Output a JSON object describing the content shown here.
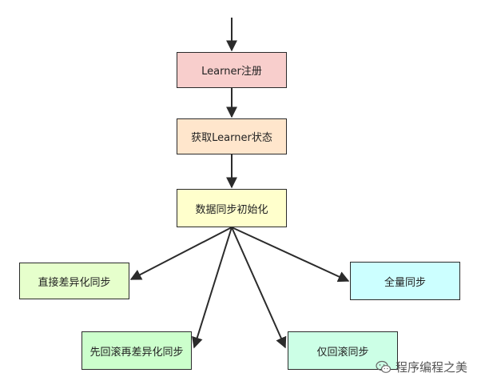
{
  "nodes": {
    "register": "Learner注册",
    "state": "获取Learner状态",
    "init": "数据同步初始化",
    "direct_diff": "直接差异化同步",
    "full": "全量同步",
    "rollback_diff": "先回滚再差异化同步",
    "rollback_only": "仅回滚同步"
  },
  "watermark": {
    "text": "程序编程之美",
    "icon": "wechat-icon"
  },
  "colors": {
    "register": "#f8cecc",
    "state": "#ffe6cc",
    "init": "#ffffcc",
    "direct_diff": "#e6ffcc",
    "full": "#ccffff",
    "rollback_diff": "#ccffcc",
    "rollback_only": "#ccffe6",
    "stroke": "#2b2b2b"
  }
}
